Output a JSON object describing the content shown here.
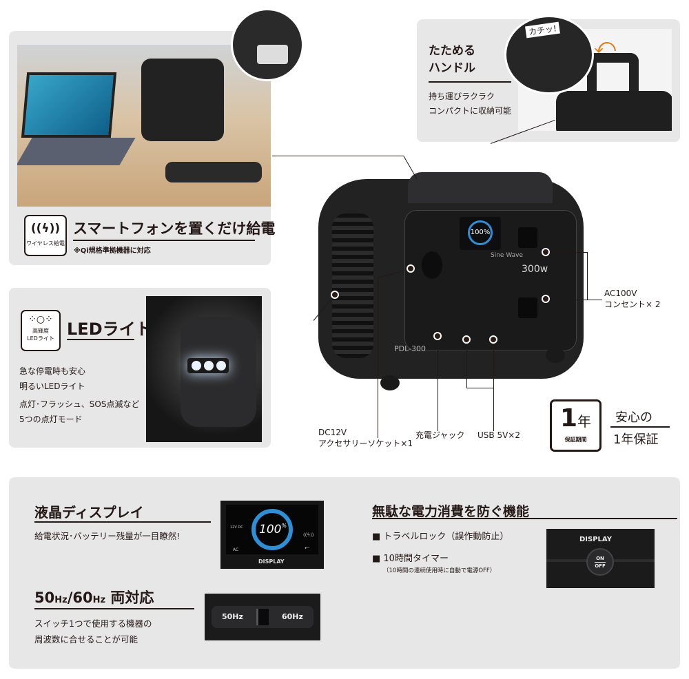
{
  "wireless": {
    "badge_label": "ワイヤレス給電",
    "icon": "wireless-charging-icon",
    "title": "スマートフォンを置くだけ給電",
    "note": "※Qi規格準拠機器に対応"
  },
  "handle": {
    "title_line1": "たためる",
    "title_line2": "ハンドル",
    "desc_line1": "持ち運びラクラク",
    "desc_line2": "コンパクトに収納可能",
    "click_text": "カチッ!"
  },
  "led": {
    "badge_line1": "高輝度",
    "badge_line2": "LEDライト",
    "icon": "light-burst-icon",
    "title": "LEDライト",
    "desc1_line1": "急な停電時も安心",
    "desc1_line2": "明るいLEDライト",
    "desc2_line1": "点灯･フラッシュ、SOS点滅など",
    "desc2_line2": "5つの点灯モード"
  },
  "product": {
    "model": "PDL-300",
    "power": "300w",
    "display_value": "100%",
    "sine_wave": "Sine Wave"
  },
  "callouts": {
    "ac_line1": "AC100V",
    "ac_line2": "コンセント× 2",
    "dc_line1": "DC12V",
    "dc_line2": "アクセサリーソケット×1",
    "jack": "充電ジャック",
    "usb": "USB 5V×2"
  },
  "warranty": {
    "number": "1",
    "unit": "年",
    "label": "保証期間",
    "right_top": "安心の",
    "right_bottom": "1年保証"
  },
  "features": {
    "lcd_title": "液晶ディスプレイ",
    "lcd_desc": "給電状況･バッテリー残量が一目瞭然!",
    "lcd_image": {
      "value": "100",
      "unit": "%",
      "label": "DISPLAY",
      "left_top": "12V DC",
      "left_bottom": "AC"
    },
    "hz_title_a": "50",
    "hz_unit": "Hz",
    "hz_sep": "/",
    "hz_title_b": "60",
    "hz_suffix": " 両対応",
    "hz_desc_line1": "スイッチ1つで使用する機器の",
    "hz_desc_line2": "周波数に合せることが可能",
    "switch": {
      "left": "50Hz",
      "right": "60Hz"
    },
    "save_title": "無駄な電力消費を防ぐ機能",
    "save_item1": "■ トラベルロック（誤作動防止）",
    "save_item2": "■ 10時間タイマー",
    "save_note": "（10時間の連続使用時に自動で電源OFF）",
    "button": {
      "title": "DISPLAY",
      "on": "ON",
      "off": "OFF"
    }
  },
  "colors": {
    "accent_orange": "#f39800",
    "display_blue": "#2f8fd6",
    "panel_bg": "#e8e7e7"
  }
}
